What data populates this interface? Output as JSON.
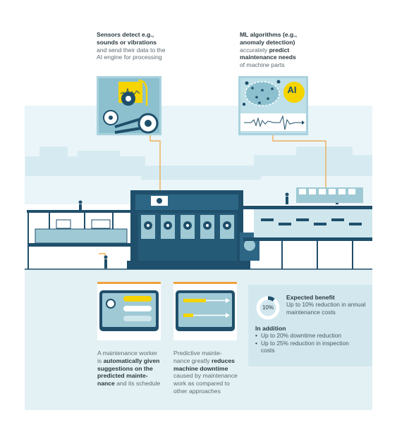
{
  "captions": {
    "sensors": [
      {
        "bold": "Sensors detect e.g.,",
        "text": ""
      },
      {
        "bold": "sounds or vibrations",
        "text": ""
      },
      {
        "bold": "",
        "text": "and send their data to the"
      },
      {
        "bold": "",
        "text": "AI engine for processing"
      }
    ],
    "ml": [
      {
        "bold": "ML algorithms (e.g.,",
        "text": ""
      },
      {
        "bold": "anomaly detection)",
        "text": ""
      },
      {
        "bold": "",
        "text": "accurately ",
        "bold2": "predict"
      },
      {
        "bold": "maintenance needs",
        "text": ""
      },
      {
        "bold": "",
        "text": "of machine parts"
      }
    ],
    "worker": [
      {
        "bold": "",
        "text": "A maintenance worker"
      },
      {
        "bold": "automatically given",
        "text": "is ",
        "prefix": true
      },
      {
        "bold": "suggestions on the",
        "text": ""
      },
      {
        "bold": "predicted mainte-",
        "text": ""
      },
      {
        "bold": "nance",
        "text": " and its schedule",
        "suffix": true
      }
    ],
    "downtime": [
      {
        "bold": "",
        "text": "Predictive mainte-"
      },
      {
        "bold": "reduces",
        "text": "nance greatly ",
        "prefix": true
      },
      {
        "bold": "machine downtime",
        "text": ""
      },
      {
        "bold": "",
        "text": "caused by maintenance"
      },
      {
        "bold": "",
        "text": "work as compared to"
      },
      {
        "bold": "",
        "text": "other approaches"
      }
    ]
  },
  "benefit": {
    "title": "Expected benefit",
    "line1": "Up to 10% reduction in annual",
    "line2": "maintenance costs",
    "ring_label": "10%",
    "ring_fraction": 0.1,
    "addition_title": "In addition",
    "items": [
      {
        "line1": "Up to 20% downtime reduction",
        "line2": ""
      },
      {
        "line1": "Up to 25% reduction in inspection",
        "line2": "costs"
      }
    ]
  },
  "ai_badge": "AI",
  "colors": {
    "navy": "#1f4f6b",
    "teal_light": "#dbeef2",
    "teal_mid": "#9fcad5",
    "accent": "#f0a13c",
    "yellow": "#f5d400"
  }
}
